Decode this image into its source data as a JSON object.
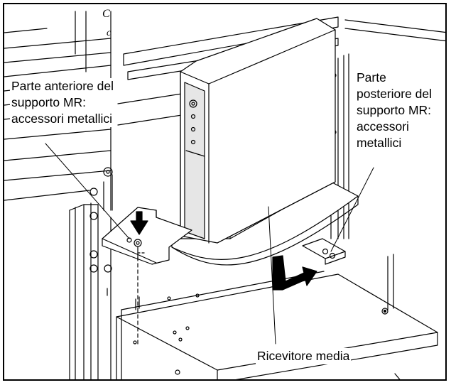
{
  "callouts": {
    "front_bracket": "Parte anteriore del\nsupporto MR:\naccessori metallici",
    "rear_bracket": "Parte\nposteriore del\nsupporto MR:\naccessori\nmetallici",
    "media_receiver": "Ricevitore media"
  },
  "colors": {
    "ink": "#000000",
    "paper": "#ffffff",
    "unit_face": "#e6e6e6",
    "arrow": "#000000"
  }
}
